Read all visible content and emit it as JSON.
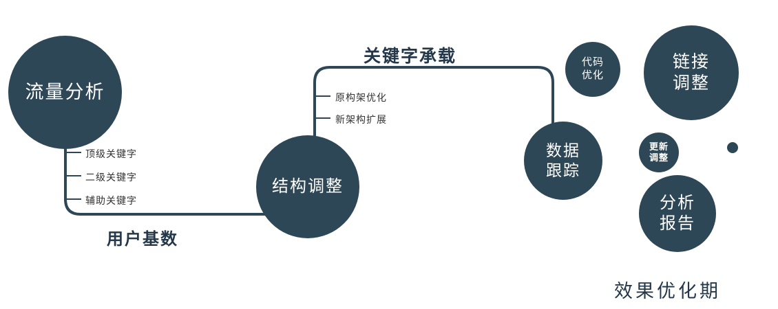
{
  "nodes": {
    "traffic_analysis": {
      "label": "流量分析"
    },
    "structure_adjust": {
      "label": "结构调整"
    },
    "data_tracking": {
      "line1": "数据",
      "line2": "跟踪"
    },
    "code_optimization": {
      "line1": "代码",
      "line2": "优化"
    },
    "link_adjustment": {
      "line1": "链接",
      "line2": "调整"
    },
    "update_adjustment": {
      "line1": "更新",
      "line2": "调整"
    },
    "analysis_report": {
      "line1": "分析",
      "line2": "报告"
    }
  },
  "edges": {
    "user_base_label": "用户基数",
    "keyword_carry_label": "关键字承载"
  },
  "ticks": {
    "left": [
      "顶级关键字",
      "二级关键字",
      "辅助关键字"
    ],
    "middle": [
      "原构架优化",
      "新架构扩展"
    ]
  },
  "caption": "效果优化期",
  "colors": {
    "node_fill": "#2e4756",
    "connector_line": "#2e4756",
    "edge_label_text": "#24384a",
    "tick_label_text": "#333333",
    "node_text": "#ffffff",
    "background": "#ffffff"
  }
}
